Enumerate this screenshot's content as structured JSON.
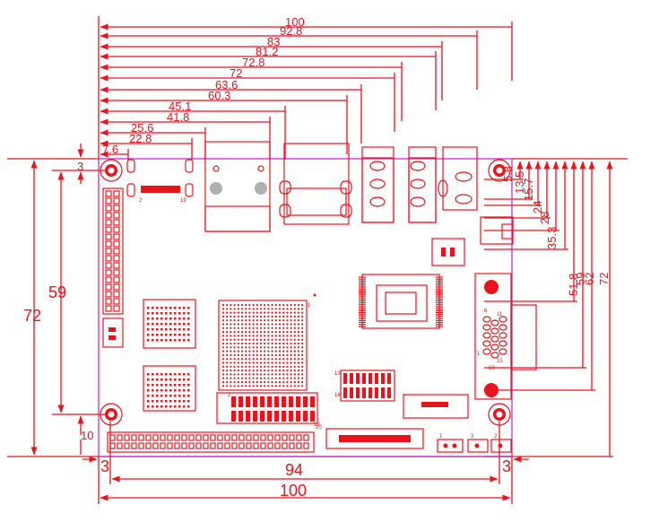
{
  "colors": {
    "dimension": "#e8141a",
    "board_outline": "#c020c0",
    "background": "#ffffff"
  },
  "top_dimensions": [
    {
      "label": "100"
    },
    {
      "label": "92.8"
    },
    {
      "label": "83"
    },
    {
      "label": "81.2"
    },
    {
      "label": "72.8"
    },
    {
      "label": "72"
    },
    {
      "label": "63.6"
    },
    {
      "label": "60.3"
    },
    {
      "label": "45.1"
    },
    {
      "label": "41.8"
    },
    {
      "label": "25.6"
    },
    {
      "label": "22.8"
    },
    {
      "label": "7.6"
    }
  ],
  "right_dimensions": [
    {
      "label": "5.8"
    },
    {
      "label": "13.5"
    },
    {
      "label": "15.7"
    },
    {
      "label": "24"
    },
    {
      "label": "28"
    },
    {
      "label": "35.3"
    },
    {
      "label": "51.8"
    },
    {
      "label": "59"
    },
    {
      "label": "62"
    },
    {
      "label": "72"
    }
  ],
  "left_dimensions": {
    "height_total": "72",
    "hole_span": "59",
    "hole_offset_top": "3",
    "hole_offset_bottom": "10"
  },
  "bottom_dimensions": {
    "hole_span": "94",
    "width_total": "100",
    "left_offset": "3",
    "right_offset": "3"
  },
  "pin_labels": {
    "ffc_left": "2",
    "ffc_right": "19",
    "vga_top": "6",
    "vga_right_top": "11",
    "vga_left": "1",
    "vga_right_bottom": "15",
    "vga_bottom": "10",
    "hdr_a": "13",
    "hdr_b": "14",
    "hdr_c": "2",
    "conn_a": "1",
    "conn_b": "19",
    "conn_c": "20",
    "cpu": "1",
    "mini_a": "1",
    "mini_b": "3",
    "mini_c": "2"
  }
}
